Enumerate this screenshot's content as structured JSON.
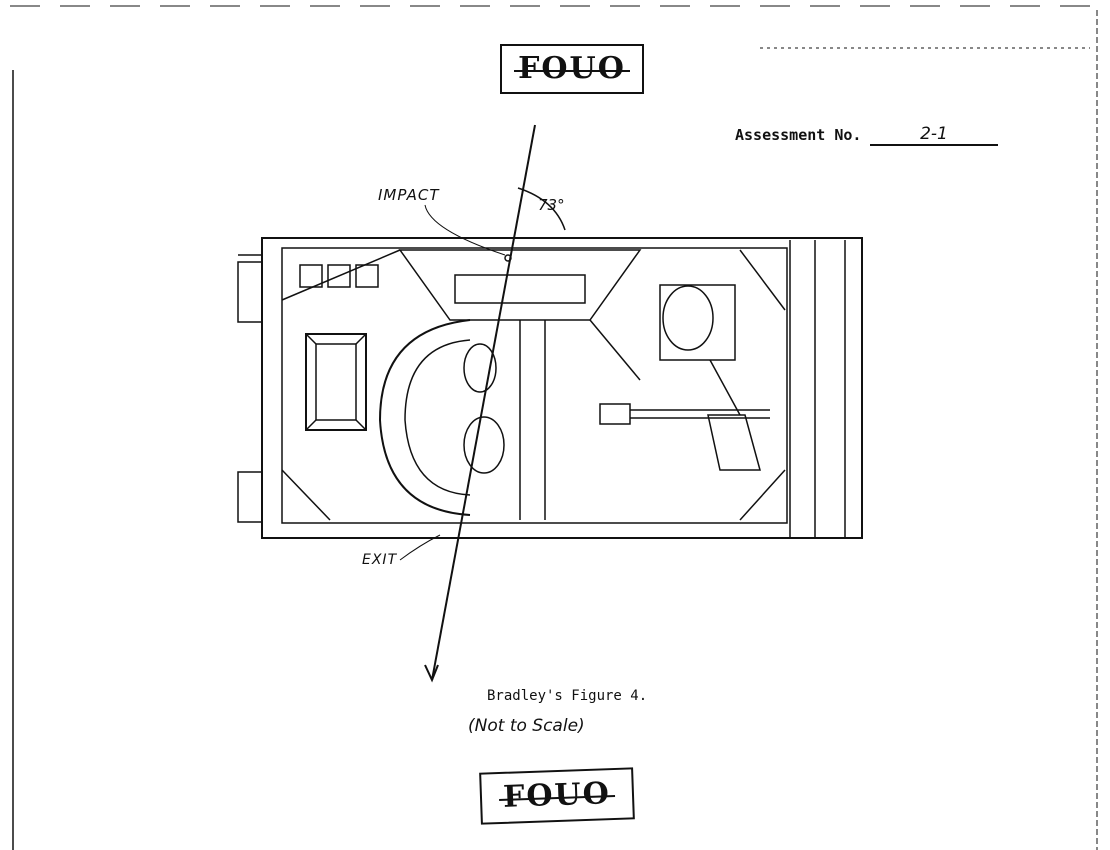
{
  "header": {
    "stamp_top": "FOUO",
    "assessment_label": "Assessment No.",
    "assessment_value": "2-1"
  },
  "diagram": {
    "impact_label": "IMPACT",
    "angle_label": "73°",
    "exit_label": "EXIT"
  },
  "caption": {
    "title": "Bradley's Figure 4.",
    "note": "(Not to Scale)"
  },
  "footer": {
    "stamp_bottom": "FOUO"
  }
}
